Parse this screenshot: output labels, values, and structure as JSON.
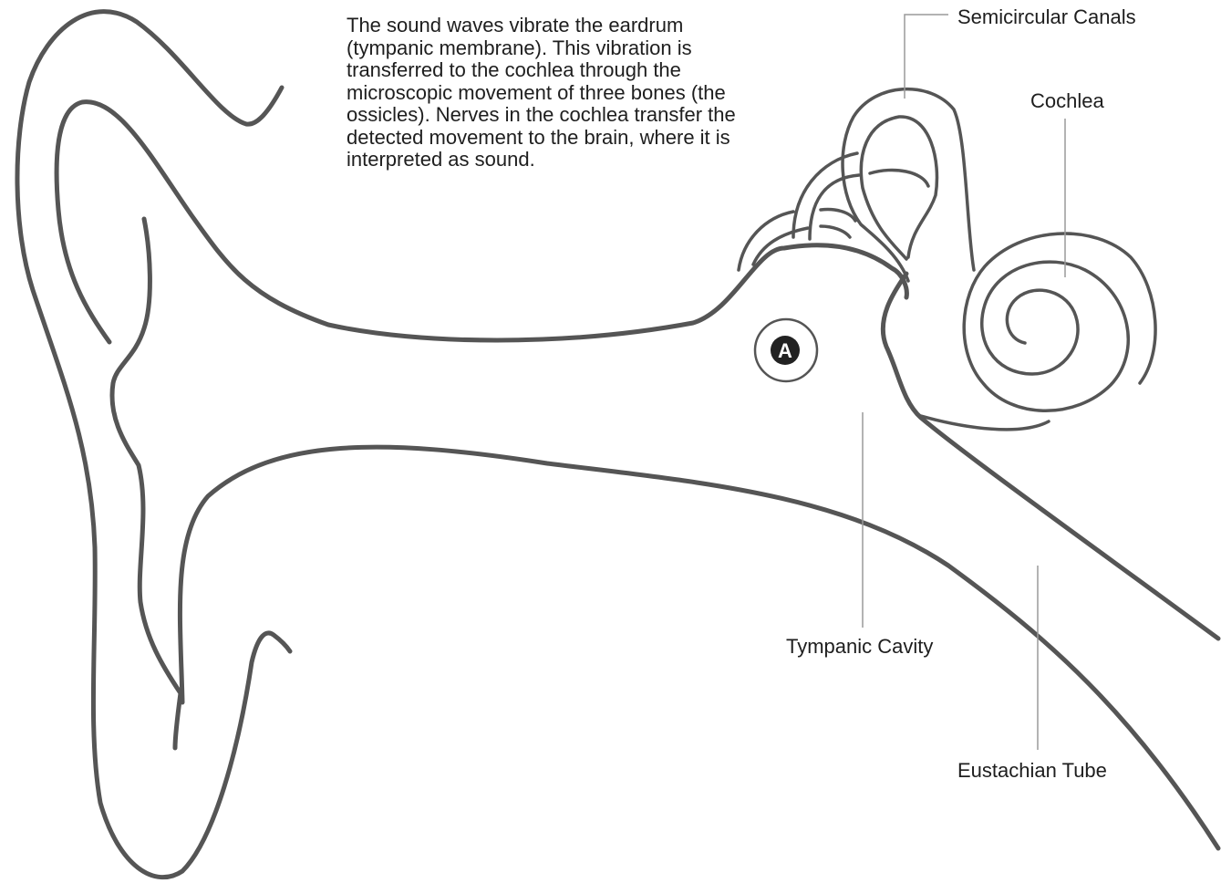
{
  "description": "The sound waves vibrate the eardrum (tympanic membrane). This vibration is transferred to the cochlea through the microscopic movement of three bones (the ossicles). Nerves in the cochlea transfer the detected movement to the brain, where it is interpreted as sound.",
  "labels": {
    "semicircular_canals": "Semicircular Canals",
    "cochlea": "Cochlea",
    "tympanic_cavity": "Tympanic Cavity",
    "eustachian_tube": "Eustachian Tube"
  },
  "marker": {
    "letter": "A"
  },
  "colors": {
    "outline": "#555555",
    "leader": "#9a9a9a",
    "marker_fill": "#222222",
    "text": "#1e1e1e"
  }
}
